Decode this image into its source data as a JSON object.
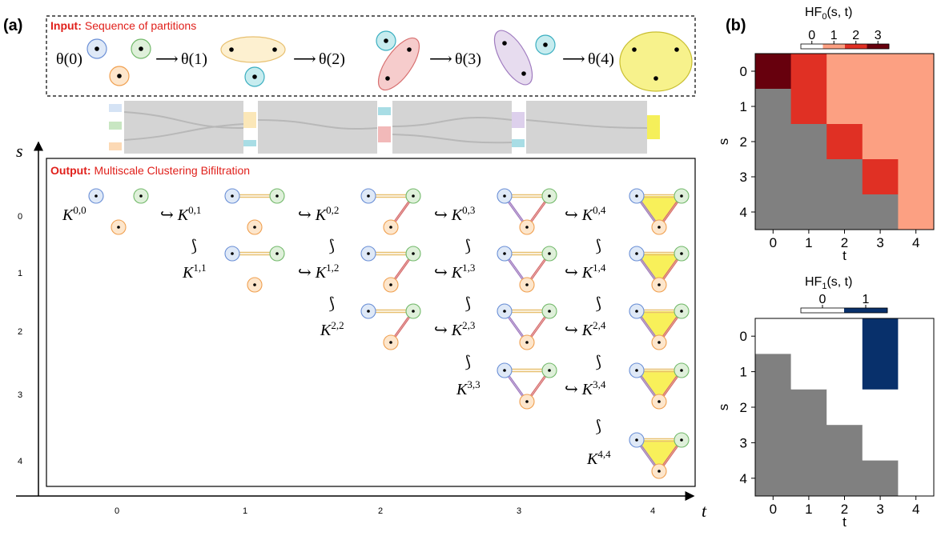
{
  "panel_a": {
    "label": "(a)",
    "input_label": "Input:",
    "input_text": "Sequence of partitions",
    "output_label": "Output:",
    "output_text": "Multiscale Clustering Bifiltration",
    "axis_s": "s",
    "axis_t": "t",
    "s_ticks": [
      "0",
      "1",
      "2",
      "3",
      "4"
    ],
    "t_ticks": [
      "0",
      "1",
      "2",
      "3",
      "4"
    ],
    "thetas": [
      "θ(0)",
      "θ(1)",
      "θ(2)",
      "θ(3)",
      "θ(4)"
    ],
    "arrow": "⟶",
    "hook": "↪",
    "up": "⟆"
  },
  "complexes": [
    {
      "label": "K",
      "sup": "0,0"
    },
    {
      "label": "K",
      "sup": "0,1"
    },
    {
      "label": "K",
      "sup": "0,2"
    },
    {
      "label": "K",
      "sup": "0,3"
    },
    {
      "label": "K",
      "sup": "0,4"
    },
    {
      "label": "K",
      "sup": "1,1"
    },
    {
      "label": "K",
      "sup": "1,2"
    },
    {
      "label": "K",
      "sup": "1,3"
    },
    {
      "label": "K",
      "sup": "1,4"
    },
    {
      "label": "K",
      "sup": "2,2"
    },
    {
      "label": "K",
      "sup": "2,3"
    },
    {
      "label": "K",
      "sup": "2,4"
    },
    {
      "label": "K",
      "sup": "3,3"
    },
    {
      "label": "K",
      "sup": "3,4"
    },
    {
      "label": "K",
      "sup": "4,4"
    }
  ],
  "panel_b": {
    "label": "(b)",
    "hf0": {
      "title": "HF",
      "title_sub": "0",
      "title_args": "(s, t)",
      "cbar_ticks": [
        "0",
        "1",
        "2",
        "3"
      ],
      "xlabel": "t",
      "ylabel": "s",
      "ticks": [
        "0",
        "1",
        "2",
        "3",
        "4"
      ]
    },
    "hf1": {
      "title": "HF",
      "title_sub": "1",
      "title_args": "(s, t)",
      "cbar_ticks": [
        "0",
        "1"
      ],
      "xlabel": "t",
      "ylabel": "s",
      "ticks": [
        "0",
        "1",
        "2",
        "3",
        "4"
      ]
    }
  },
  "chart_data": [
    {
      "type": "heatmap",
      "title": "HF0(s, t)",
      "xlabel": "t",
      "ylabel": "s",
      "x": [
        0,
        1,
        2,
        3,
        4
      ],
      "y": [
        0,
        1,
        2,
        3,
        4
      ],
      "values": [
        [
          3,
          2,
          1,
          1,
          1
        ],
        [
          null,
          2,
          1,
          1,
          1
        ],
        [
          null,
          null,
          2,
          1,
          1
        ],
        [
          null,
          null,
          null,
          2,
          1
        ],
        [
          null,
          null,
          null,
          null,
          1
        ]
      ],
      "colors": {
        "0": "#ffffff",
        "1": "#fca082",
        "2": "#e03024",
        "3": "#67000d",
        "undefined": "#808080"
      }
    },
    {
      "type": "heatmap",
      "title": "HF1(s, t)",
      "xlabel": "t",
      "ylabel": "s",
      "x": [
        0,
        1,
        2,
        3,
        4
      ],
      "y": [
        0,
        1,
        2,
        3,
        4
      ],
      "values": [
        [
          0,
          0,
          0,
          1,
          0
        ],
        [
          null,
          0,
          0,
          1,
          0
        ],
        [
          null,
          null,
          0,
          0,
          0
        ],
        [
          null,
          null,
          null,
          0,
          0
        ],
        [
          null,
          null,
          null,
          null,
          0
        ]
      ],
      "colors": {
        "0": "#ffffff",
        "1": "#08306b",
        "undefined": "#808080"
      }
    }
  ]
}
